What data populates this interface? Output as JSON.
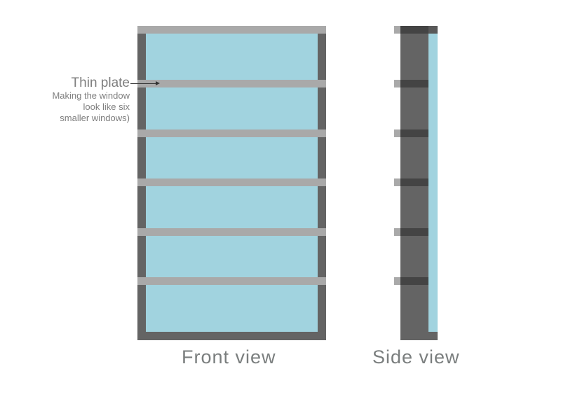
{
  "annotation": {
    "title": "Thin plate",
    "description_lines": [
      "Making the window",
      "look like six",
      "smaller windows)"
    ]
  },
  "labels": {
    "front": "Front view",
    "side": "Side view"
  },
  "colors": {
    "frame": "#646464",
    "glass": "#a1d3df",
    "plate": "#a9a9a9",
    "plate_side": "#444444"
  },
  "plate_count": 5
}
